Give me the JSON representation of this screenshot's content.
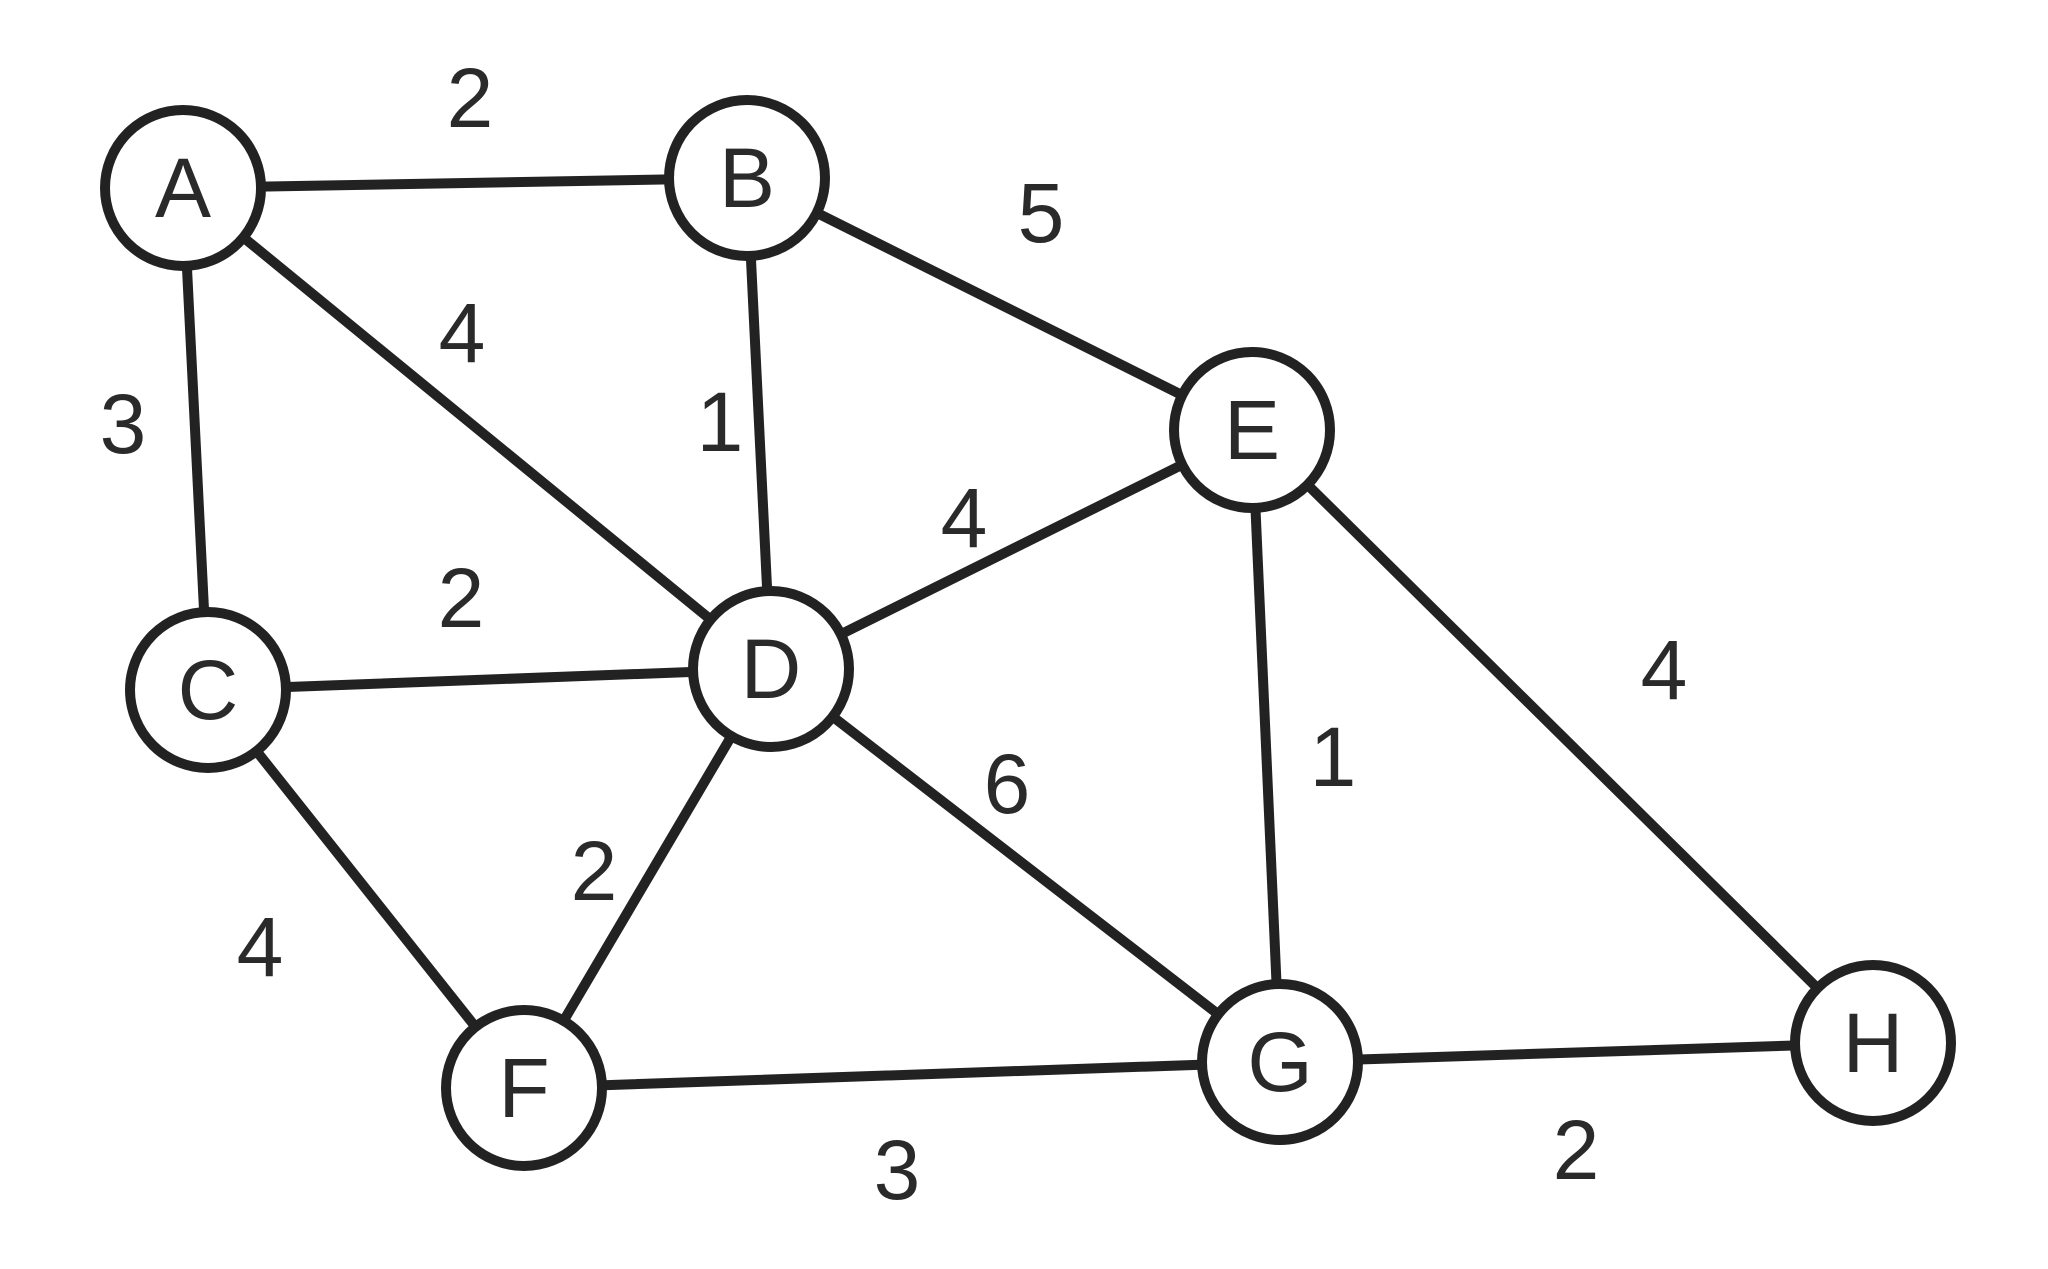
{
  "graph": {
    "type": "weighted-undirected-graph",
    "nodes": [
      "A",
      "B",
      "C",
      "D",
      "E",
      "F",
      "G",
      "H"
    ],
    "edges": [
      {
        "from": "A",
        "to": "B",
        "weight": "2"
      },
      {
        "from": "A",
        "to": "C",
        "weight": "3"
      },
      {
        "from": "A",
        "to": "D",
        "weight": "4"
      },
      {
        "from": "B",
        "to": "D",
        "weight": "1"
      },
      {
        "from": "B",
        "to": "E",
        "weight": "5"
      },
      {
        "from": "C",
        "to": "D",
        "weight": "2"
      },
      {
        "from": "C",
        "to": "F",
        "weight": "4"
      },
      {
        "from": "D",
        "to": "E",
        "weight": "4"
      },
      {
        "from": "D",
        "to": "F",
        "weight": "2"
      },
      {
        "from": "D",
        "to": "G",
        "weight": "6"
      },
      {
        "from": "E",
        "to": "G",
        "weight": "1"
      },
      {
        "from": "E",
        "to": "H",
        "weight": "4"
      },
      {
        "from": "F",
        "to": "G",
        "weight": "3"
      },
      {
        "from": "G",
        "to": "H",
        "weight": "2"
      }
    ],
    "colors": {
      "stroke": "#222222",
      "fill": "#ffffff",
      "text": "#2a2a2a"
    }
  }
}
